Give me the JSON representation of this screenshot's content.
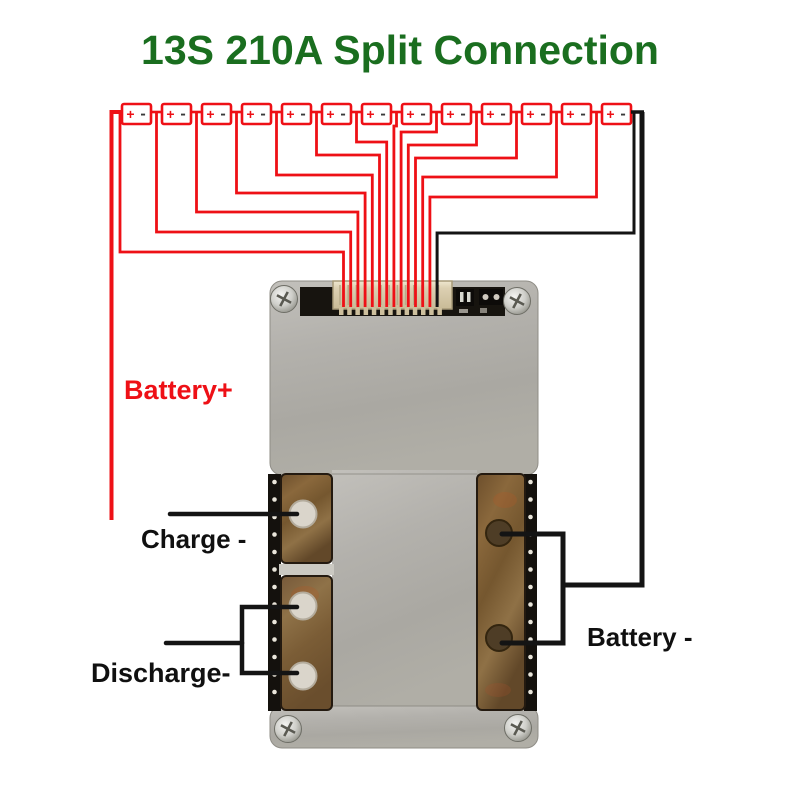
{
  "title": {
    "text": "13S 210A Split Connection"
  },
  "colors": {
    "title_green": "#1a6e1f",
    "wire_red": "#ee1016",
    "wire_black": "#141414",
    "cell_minus": "#3a3a3a",
    "label_black": "#101010"
  },
  "battery": {
    "cell_count": 13,
    "plus_symbol": "+",
    "minus_symbol": "-"
  },
  "labels": {
    "battery_plus": "Battery+",
    "charge_minus": "Charge -",
    "discharge_minus": "Discharge-",
    "battery_minus": "Battery -"
  }
}
